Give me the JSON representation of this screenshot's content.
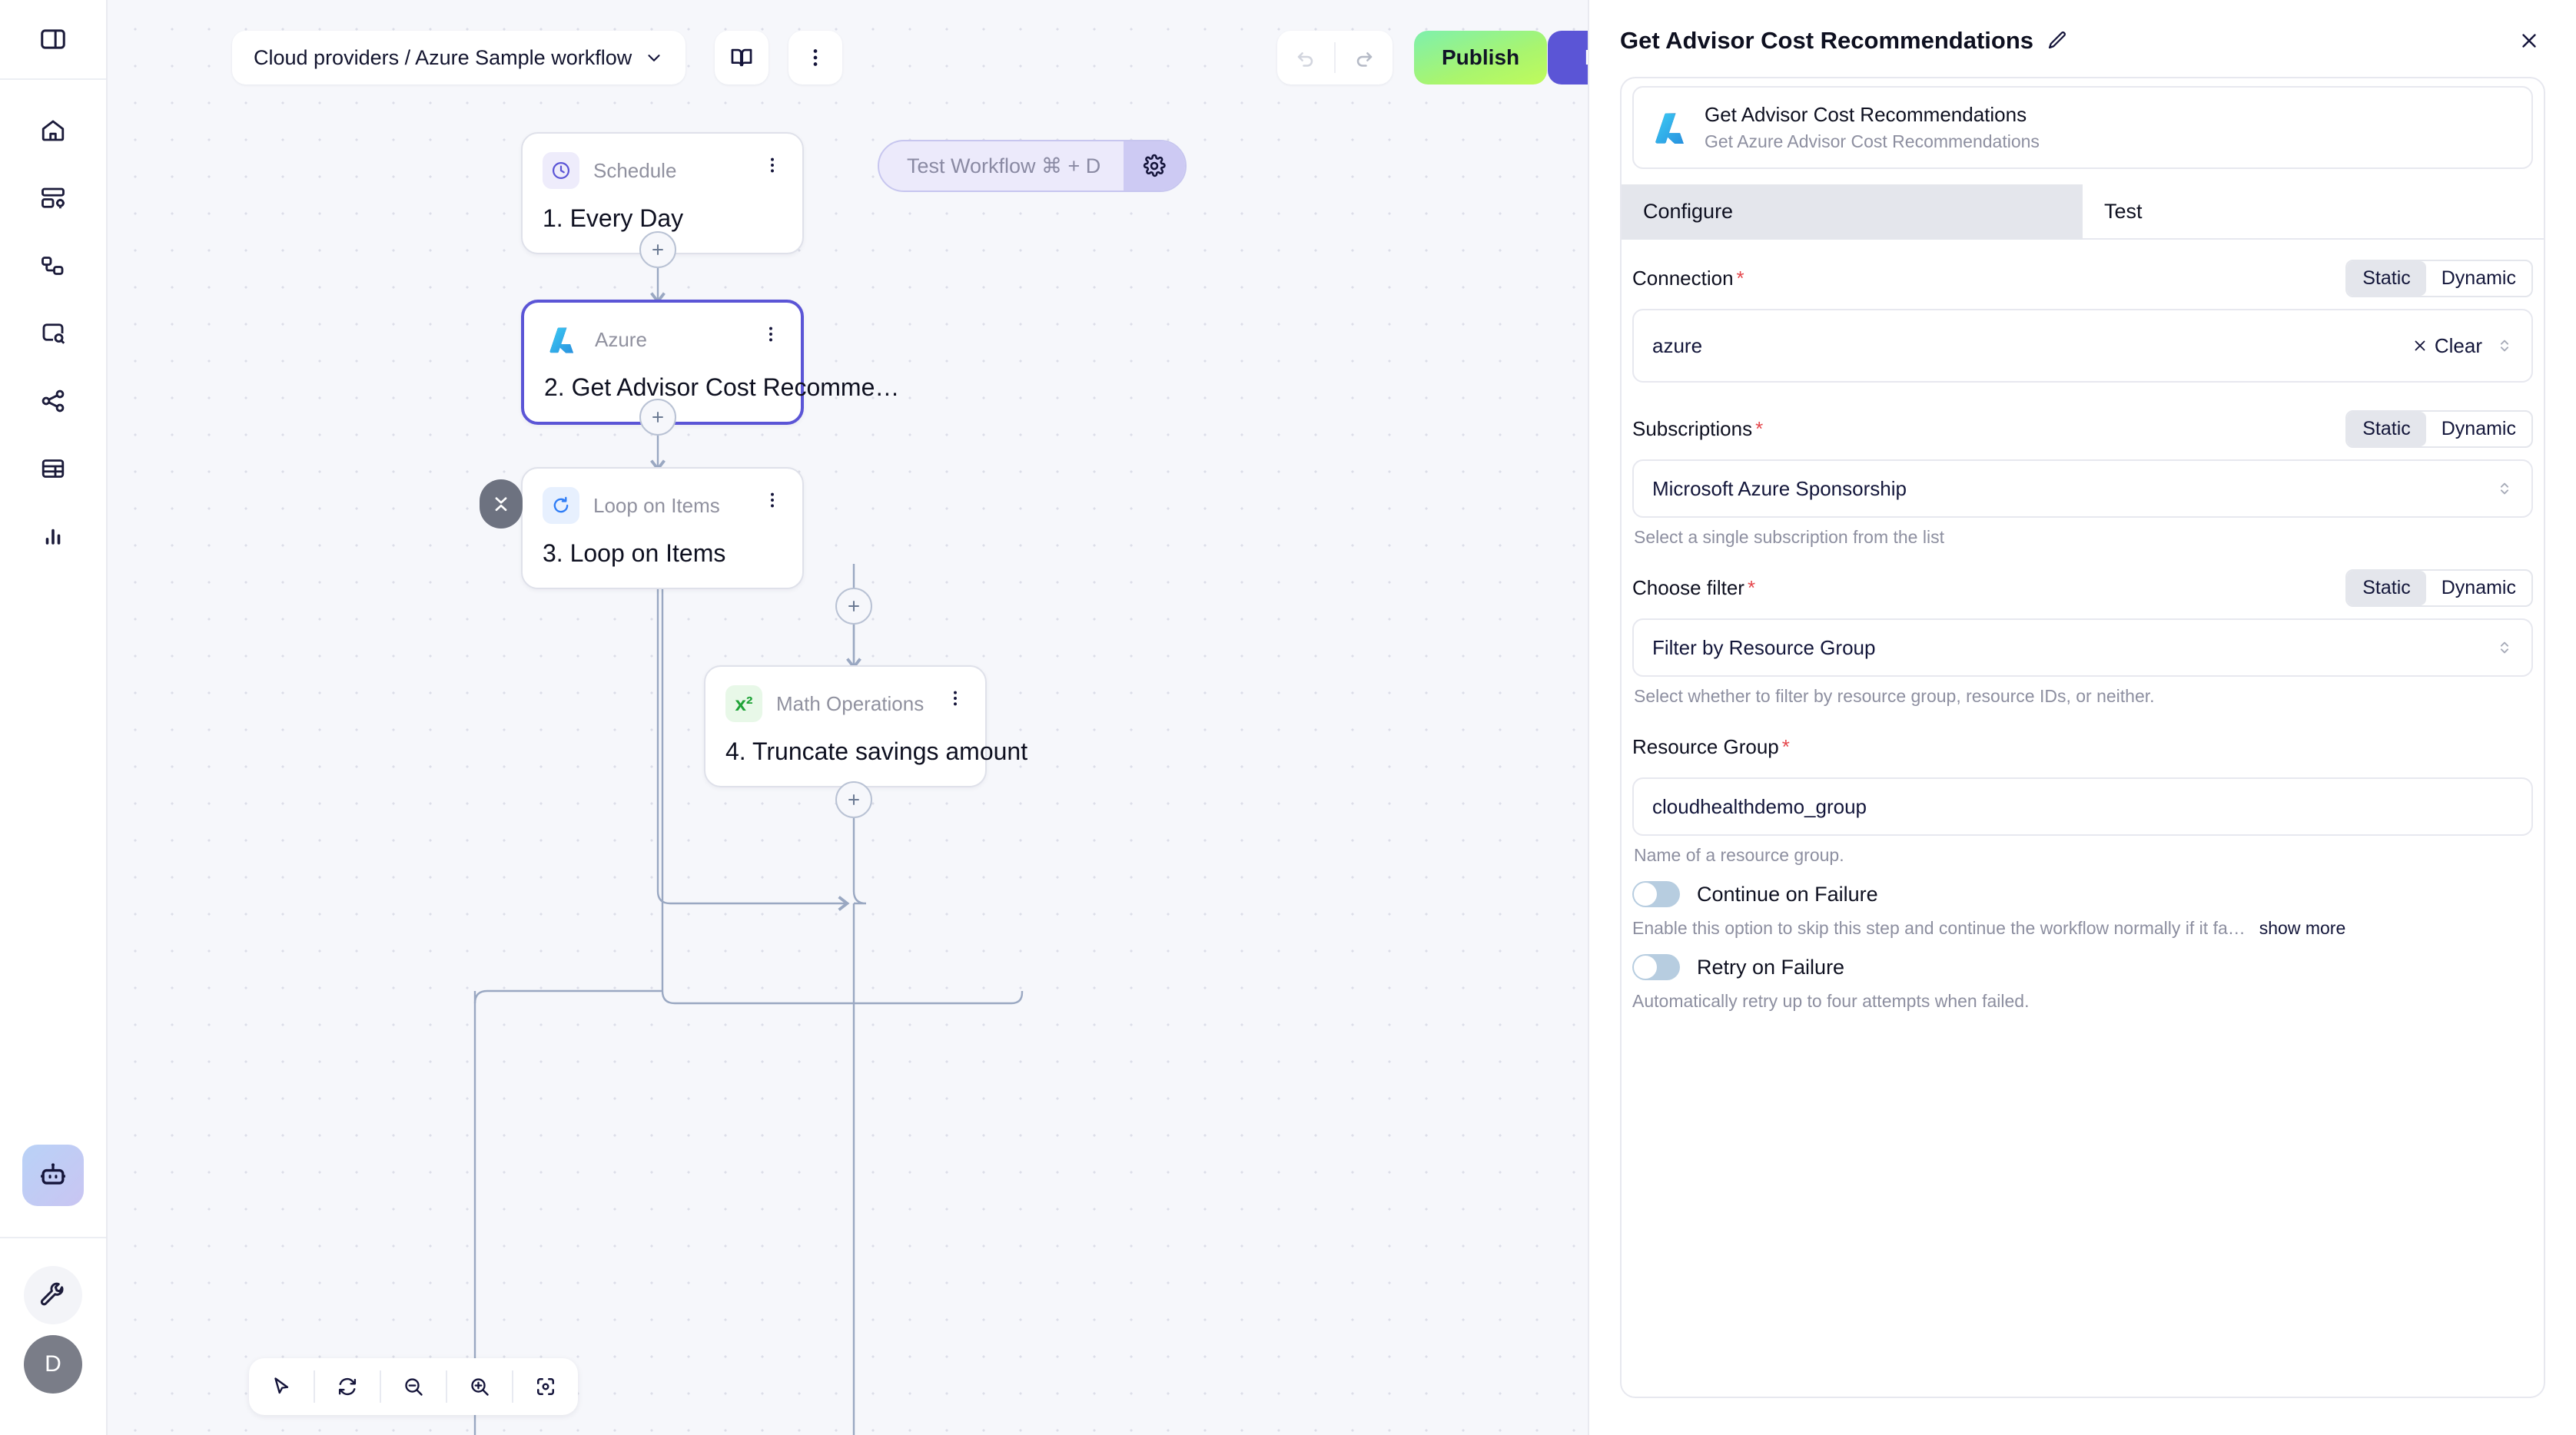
{
  "left_rail": {
    "toggle_icon": "sidebar-toggle-icon",
    "items": [
      {
        "icon": "home-icon",
        "name": "home"
      },
      {
        "icon": "dashboard-settings-icon",
        "name": "dashboards"
      },
      {
        "icon": "workflow-nodes-icon",
        "name": "workflows"
      },
      {
        "icon": "search-box-icon",
        "name": "explore"
      },
      {
        "icon": "share-network-icon",
        "name": "integrations"
      },
      {
        "icon": "table-icon",
        "name": "tables"
      },
      {
        "icon": "bar-chart-icon",
        "name": "reports"
      }
    ],
    "ai_icon": "robot-icon",
    "tools_icon": "wrench-icon",
    "avatar_initial": "D"
  },
  "toolbar": {
    "workflow_path": "Cloud providers / Azure Sample workflow",
    "chevron_icon": "chevron-down-icon",
    "docs_icon": "book-icon",
    "more_icon": "more-vertical-icon",
    "undo_icon": "undo-icon",
    "redo_icon": "redo-icon",
    "publish_label": "Publish",
    "exit_label": "Exit",
    "publish_color": "#a9f56e",
    "exit_color": "#5b55d6"
  },
  "test_pill": {
    "label": "Test Workflow ⌘ + D",
    "gear_icon": "gear-icon"
  },
  "canvas": {
    "nodes": [
      {
        "kind": "Schedule",
        "title": "1. Every Day",
        "icon": "clock-icon",
        "selected": false
      },
      {
        "kind": "Azure",
        "title": "2. Get Advisor Cost Recomme…",
        "icon": "azure-icon",
        "selected": true
      },
      {
        "kind": "Loop on Items",
        "title": "3. Loop on Items",
        "icon": "loop-icon",
        "selected": false
      },
      {
        "kind": "Math Operations",
        "title": "4. Truncate savings amount",
        "icon": "x-squared-icon",
        "selected": false
      }
    ],
    "add_icon": "plus-icon",
    "collapse_icon": "collapse-chevrons-icon",
    "node_menu_icon": "more-vertical-icon",
    "tools": [
      {
        "icon": "cursor-icon",
        "name": "select-tool"
      },
      {
        "icon": "reset-icon",
        "name": "reset-view"
      },
      {
        "icon": "zoom-out-icon",
        "name": "zoom-out"
      },
      {
        "icon": "zoom-in-icon",
        "name": "zoom-in"
      },
      {
        "icon": "fit-view-icon",
        "name": "fit-to-view"
      }
    ]
  },
  "panel": {
    "title": "Get Advisor Cost Recommendations",
    "edit_icon": "pencil-icon",
    "close_icon": "close-icon",
    "node_info": {
      "icon": "azure-icon",
      "name": "Get Advisor Cost Recommendations",
      "description": "Get Azure Advisor Cost Recommendations"
    },
    "tabs": [
      {
        "label": "Configure",
        "active": true
      },
      {
        "label": "Test",
        "active": false
      }
    ],
    "seg_static": "Static",
    "seg_dynamic": "Dynamic",
    "fields": {
      "connection": {
        "label": "Connection",
        "required": true,
        "mode": "Static",
        "value": "azure",
        "clear_label": "Clear",
        "clear_icon": "close-x-icon",
        "stepper_icon": "chevron-updown-icon"
      },
      "subscriptions": {
        "label": "Subscriptions",
        "required": true,
        "mode": "Static",
        "value": "Microsoft Azure Sponsorship",
        "hint": "Select a single subscription from the list",
        "stepper_icon": "chevron-updown-icon"
      },
      "choose_filter": {
        "label": "Choose filter",
        "required": true,
        "mode": "Static",
        "value": "Filter by Resource Group",
        "hint": "Select whether to filter by resource group, resource IDs, or neither.",
        "stepper_icon": "chevron-updown-icon"
      },
      "resource_group": {
        "label": "Resource Group",
        "required": true,
        "value": "cloudhealthdemo_group",
        "hint": "Name of a resource group."
      },
      "continue_on_failure": {
        "label": "Continue on Failure",
        "enabled": false,
        "description": "Enable this option to skip this step and continue the workflow normally if it fa…",
        "show_more": "show more"
      },
      "retry_on_failure": {
        "label": "Retry on Failure",
        "enabled": false,
        "description": "Automatically retry up to four attempts when failed."
      }
    }
  }
}
